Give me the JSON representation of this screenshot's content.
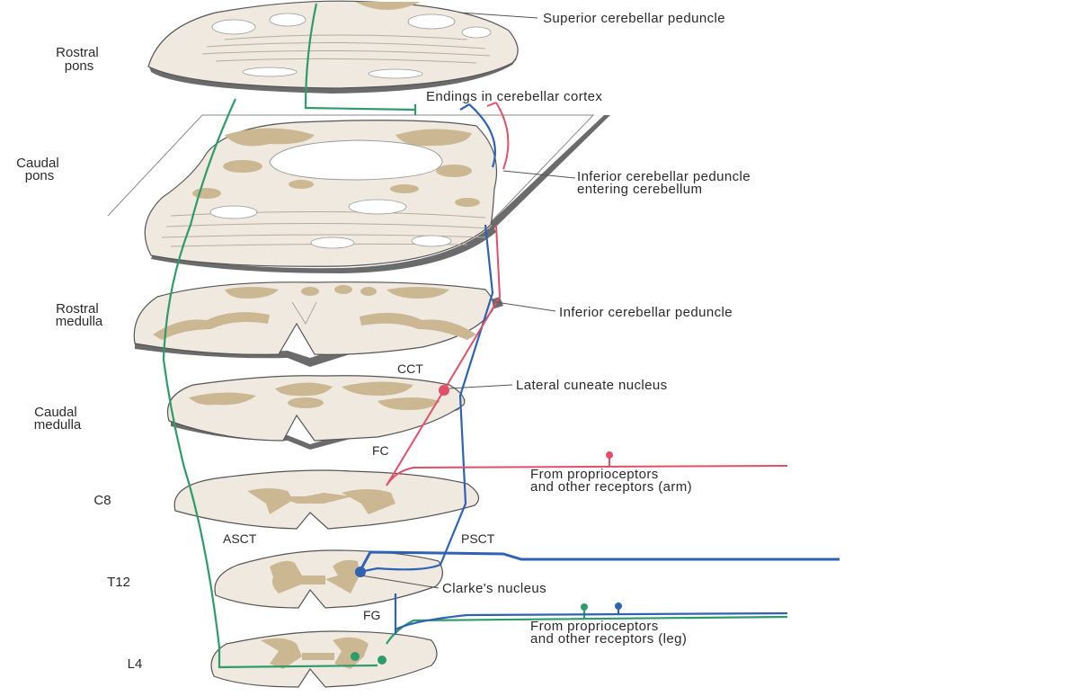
{
  "levels": {
    "rostral_pons": [
      "Rostral",
      "pons"
    ],
    "caudal_pons": [
      "Caudal",
      "pons"
    ],
    "rostral_medulla": [
      "Rostral",
      "medulla"
    ],
    "caudal_medulla": [
      "Caudal",
      "medulla"
    ],
    "c8": "C8",
    "t12": "T12",
    "l4": "L4"
  },
  "annotations": {
    "superior_cerebellar_peduncle": "Superior cerebellar peduncle",
    "endings_cerebellar_cortex": "Endings in cerebellar cortex",
    "icp_entering": [
      "Inferior cerebellar peduncle",
      "entering cerebellum"
    ],
    "inferior_cerebellar_peduncle": "Inferior cerebellar peduncle",
    "lateral_cuneate_nucleus": "Lateral cuneate nucleus",
    "from_proprioceptors_arm": [
      "From proprioceptors",
      "and other receptors (arm)"
    ],
    "clarkes_nucleus": "Clarke's nucleus",
    "from_proprioceptors_leg": [
      "From proprioceptors",
      "and other receptors (leg)"
    ]
  },
  "tract_labels": {
    "cct": "CCT",
    "fc": "FC",
    "asct": "ASCT",
    "psct": "PSCT",
    "fg": "FG"
  },
  "colors": {
    "green_tract": "#2d9c6a",
    "blue_tract": "#2f62b3",
    "red_tract": "#e0506a",
    "gray_matter": "#cbb893",
    "section_fill": "#efe9e0"
  }
}
